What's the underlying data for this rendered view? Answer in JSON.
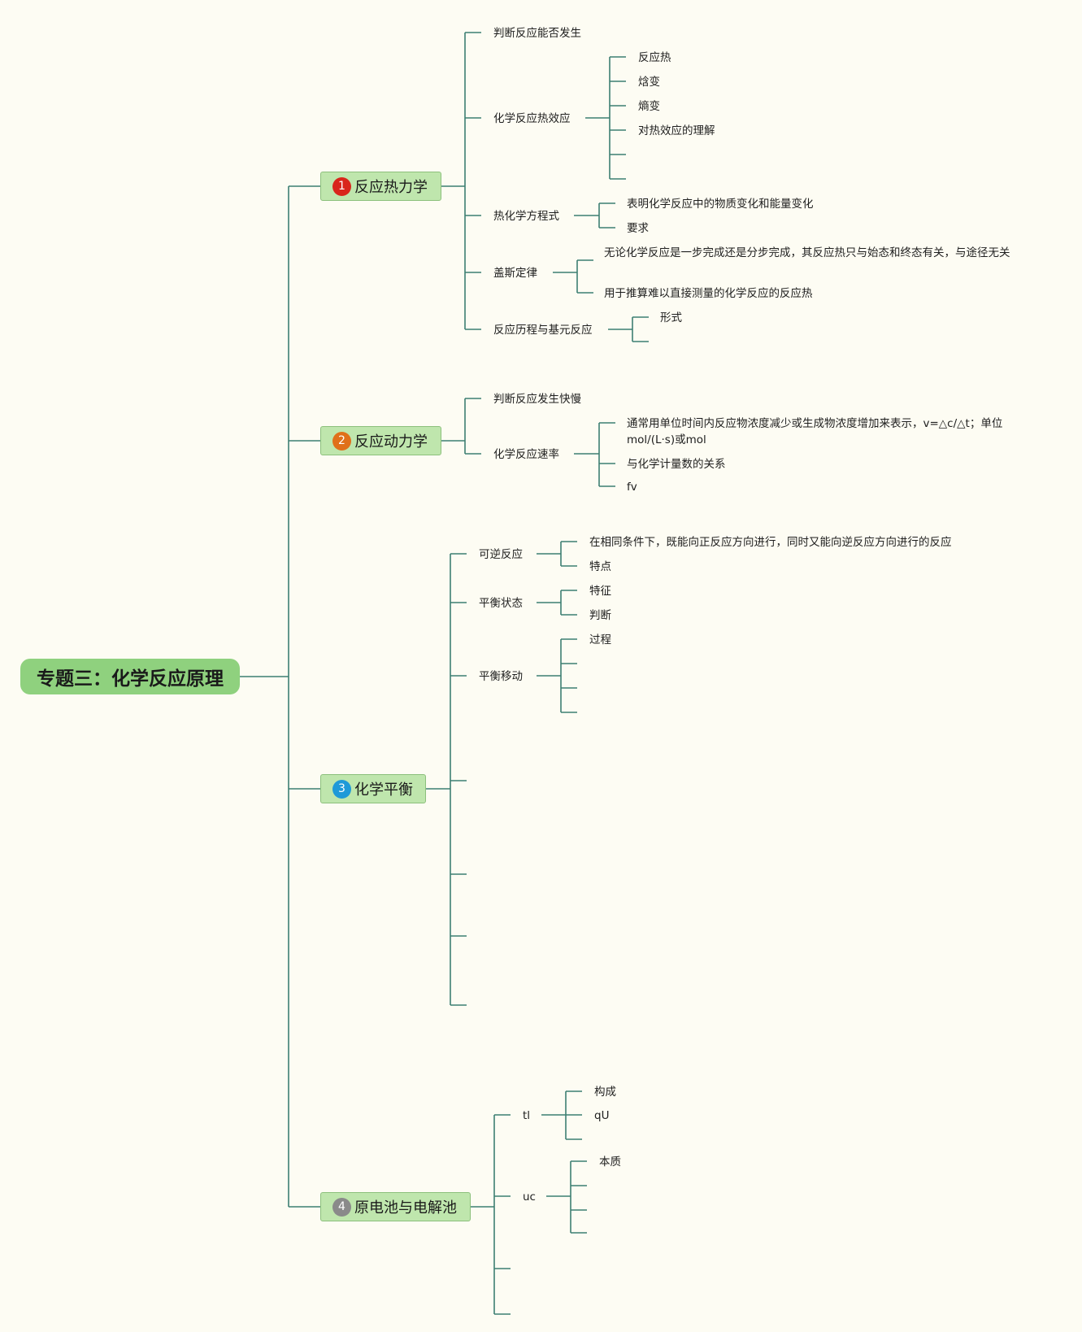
{
  "root": {
    "label": "专题三：化学反应原理"
  },
  "colors": {
    "line": "#3d7f72",
    "badge_1": "#d9261c",
    "badge_2": "#e0701a",
    "badge_3": "#1f9ad8",
    "badge_4": "#8a8a8a"
  },
  "branches": [
    {
      "num": "1",
      "label": "反应热力学",
      "items": [
        {
          "label": "判断反应能否发生"
        },
        {
          "label": "化学反应热效应",
          "children": [
            "反应热",
            "焓变",
            "熵变",
            "对热效应的理解",
            "",
            ""
          ]
        },
        {
          "label": "热化学方程式",
          "children": [
            "表明化学反应中的物质变化和能量变化",
            "要求"
          ]
        },
        {
          "label": "盖斯定律",
          "children": [
            "无论化学反应是一步完成还是分步完成，其反应热只与始态和终态有关，与途径无关",
            "用于推算难以直接测量的化学反应的反应热"
          ]
        },
        {
          "label": "反应历程与基元反应",
          "children": [
            "形式",
            ""
          ]
        }
      ]
    },
    {
      "num": "2",
      "label": "反应动力学",
      "items": [
        {
          "label": "判断反应发生快慢"
        },
        {
          "label": "化学反应速率",
          "children": [
            "通常用单位时间内反应物浓度减少或生成物浓度增加来表示，v=△c/△t；单位mol/(L·s)或mol",
            "与化学计量数的关系",
            "fv"
          ]
        }
      ]
    },
    {
      "num": "3",
      "label": "化学平衡",
      "items": [
        {
          "label": "可逆反应",
          "children": [
            "在相同条件下，既能向正反应方向进行，同时又能向逆反应方向进行的反应",
            "特点"
          ]
        },
        {
          "label": "平衡状态",
          "children": [
            "特征",
            "判断"
          ]
        },
        {
          "label": "平衡移动",
          "children": [
            "过程",
            "",
            "",
            ""
          ]
        },
        {
          "label": ""
        },
        {
          "label": ""
        },
        {
          "label": ""
        },
        {
          "label": ""
        }
      ]
    },
    {
      "num": "4",
      "label": "原电池与电解池",
      "items": [
        {
          "label": "tl",
          "children": [
            "构成",
            "qU",
            ""
          ]
        },
        {
          "label": "uc",
          "children": [
            "本质",
            "",
            "",
            ""
          ]
        },
        {
          "label": ""
        },
        {
          "label": ""
        }
      ]
    }
  ]
}
